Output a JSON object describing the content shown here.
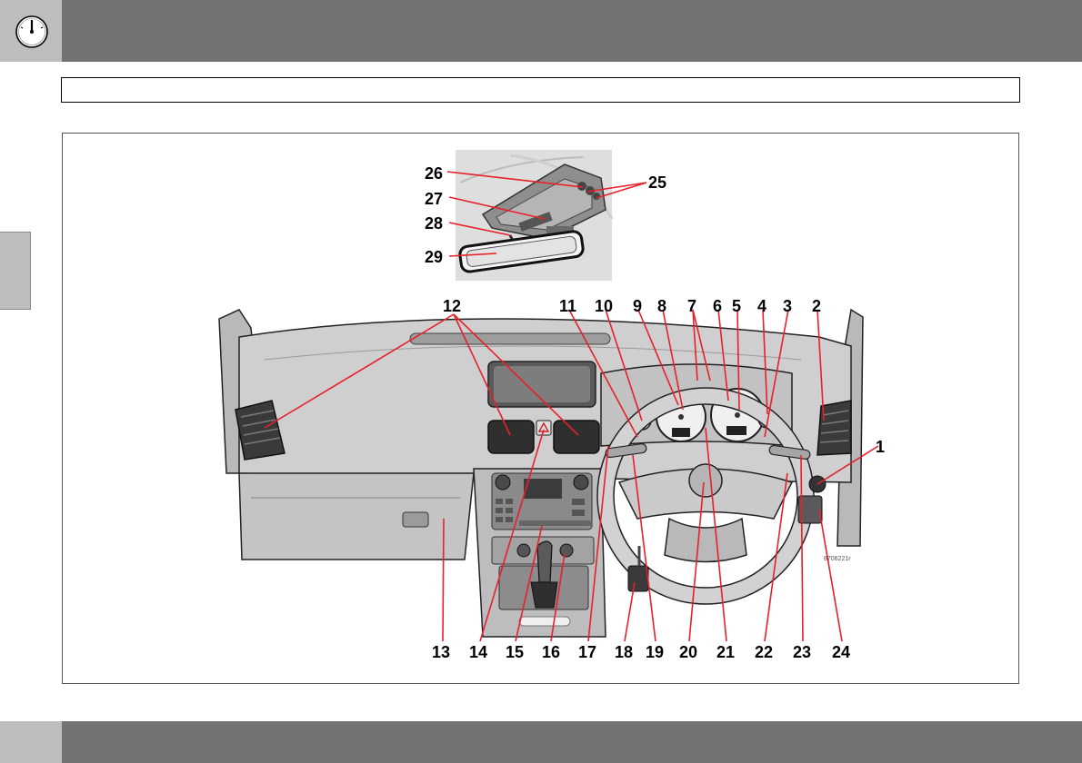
{
  "header": {
    "icon": "speedometer-gauge-icon",
    "title": ""
  },
  "figure": {
    "overhead_labels": [
      "26",
      "25",
      "27",
      "28",
      "29"
    ],
    "top_labels": [
      "12",
      "11",
      "10",
      "9",
      "8",
      "7",
      "6",
      "5",
      "4",
      "3",
      "2",
      "1"
    ],
    "bottom_labels": [
      "13",
      "14",
      "15",
      "16",
      "17",
      "18",
      "19",
      "20",
      "21",
      "22",
      "23",
      "24"
    ],
    "image_code": "8706221r"
  },
  "colors": {
    "bar": "#737373",
    "light_bar": "#bdbdbd",
    "leader_line": "#e8202a"
  }
}
